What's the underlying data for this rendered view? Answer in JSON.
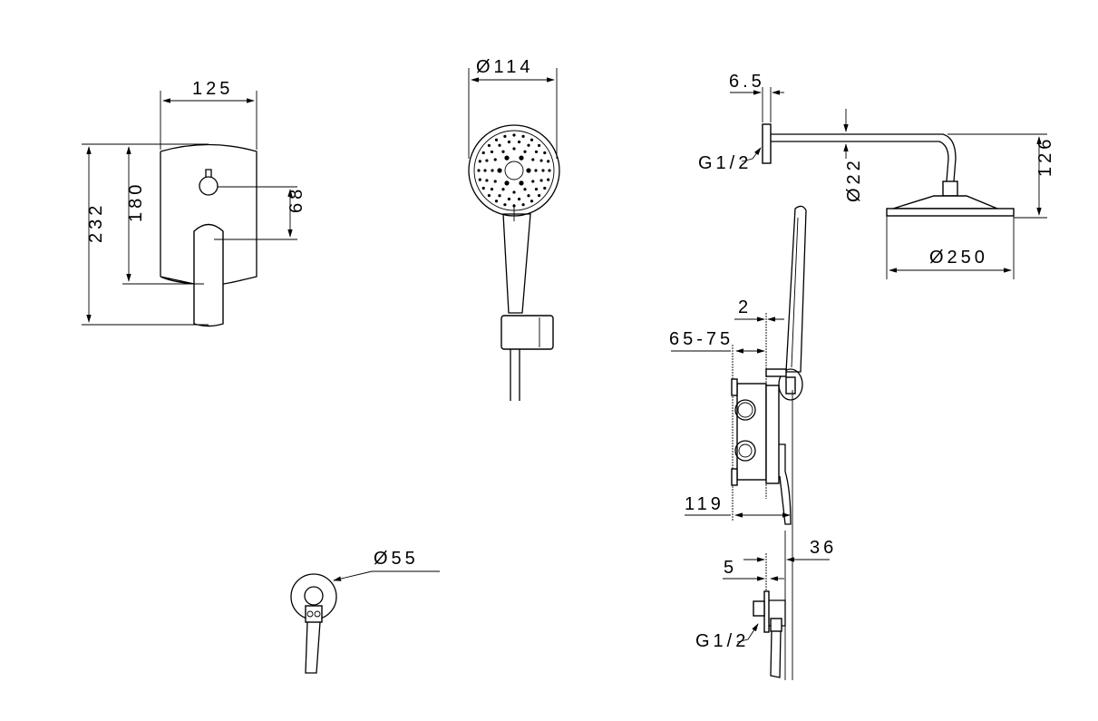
{
  "panel_view": {
    "width": "125",
    "total_height": "232",
    "plate_height": "180",
    "handle_spacing": "68"
  },
  "hand_shower_view": {
    "head_diameter": "Ø114"
  },
  "wall_outlet_view": {
    "diameter": "Ø55"
  },
  "overhead_view": {
    "flange_depth": "6.5",
    "thread": "G1/2",
    "arm_diameter": "Ø22",
    "drop_height": "126",
    "head_diameter": "Ø250"
  },
  "side_view": {
    "plate_gap": "2",
    "install_depth": "65-75",
    "total_depth": "119",
    "outlet_depth": "36",
    "outlet_flange": "5",
    "outlet_thread": "G1/2"
  }
}
